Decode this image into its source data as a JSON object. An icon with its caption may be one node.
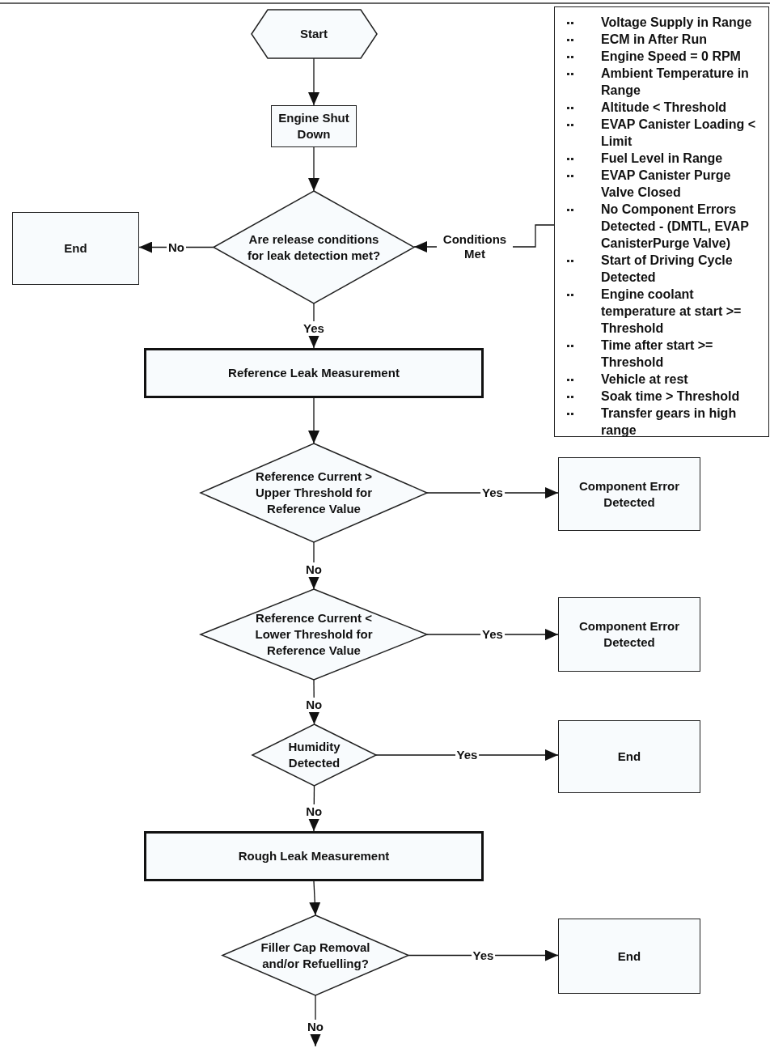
{
  "diagram": {
    "nodes": [
      {
        "text": [
          "Start"
        ]
      },
      {
        "text": [
          "Engine Shut Down"
        ]
      },
      {
        "text": [
          "Are release conditions for leak detection met?"
        ]
      },
      {
        "text": [
          "End"
        ]
      },
      {
        "text": [
          "Voltage Supply in Range",
          "ECM in After Run",
          "Engine Speed = 0 RPM",
          "Ambient Temperature in Range",
          "Altitude < Threshold",
          "EVAP Canister Loading < Limit",
          "Fuel Level in Range",
          "EVAP Canister Purge Valve Closed",
          "No Component Errors Detected - (DMTL, EVAP CanisterPurge Valve)",
          "Start of Driving Cycle Detected",
          "Engine coolant temperature at start >= Threshold",
          "Time after start >= Threshold",
          "Vehicle at rest",
          "Soak time > Threshold",
          "Transfer gears in high range"
        ]
      },
      {
        "text": [
          "Reference Leak Measurement"
        ]
      },
      {
        "text": [
          "Reference Current > Upper Threshold for Reference Value"
        ]
      },
      {
        "text": [
          "Component Error Detected"
        ]
      },
      {
        "text": [
          "Reference Current < Lower Threshold for Reference Value"
        ]
      },
      {
        "text": [
          "Component Error Detected"
        ]
      },
      {
        "text": [
          "Humidity Detected"
        ]
      },
      {
        "text": [
          "End"
        ]
      },
      {
        "text": [
          "Rough Leak Measurement"
        ]
      },
      {
        "text": [
          "Filler Cap Removal and/or Refuelling?"
        ]
      },
      {
        "text": [
          "End"
        ]
      }
    ],
    "edges": [
      {
        "from": 0,
        "to": 1,
        "arrow": "to"
      },
      {
        "from": 1,
        "to": 2,
        "arrow": "to"
      },
      {
        "from": 2,
        "to": 3,
        "arrow": "to",
        "label": "No"
      },
      {
        "from": 4,
        "to": 2,
        "arrow": "to",
        "label": "Conditions Met"
      },
      {
        "from": 2,
        "to": 5,
        "arrow": "to",
        "label": "Yes"
      },
      {
        "from": 5,
        "to": 6,
        "arrow": "to"
      },
      {
        "from": 6,
        "to": 7,
        "arrow": "to",
        "label": "Yes"
      },
      {
        "from": 6,
        "to": 8,
        "arrow": "to",
        "label": "No"
      },
      {
        "from": 8,
        "to": 9,
        "arrow": "to",
        "label": "Yes"
      },
      {
        "from": 8,
        "to": 10,
        "arrow": "to",
        "label": "No"
      },
      {
        "from": 10,
        "to": 11,
        "arrow": "to",
        "label": "Yes"
      },
      {
        "from": 10,
        "to": 12,
        "arrow": "to",
        "label": "No"
      },
      {
        "from": 12,
        "to": 13,
        "arrow": "to"
      },
      {
        "from": 13,
        "to": 14,
        "arrow": "to",
        "label": "Yes"
      },
      {
        "from": 13,
        "to": null,
        "arrow": "to",
        "label": "No"
      }
    ]
  }
}
